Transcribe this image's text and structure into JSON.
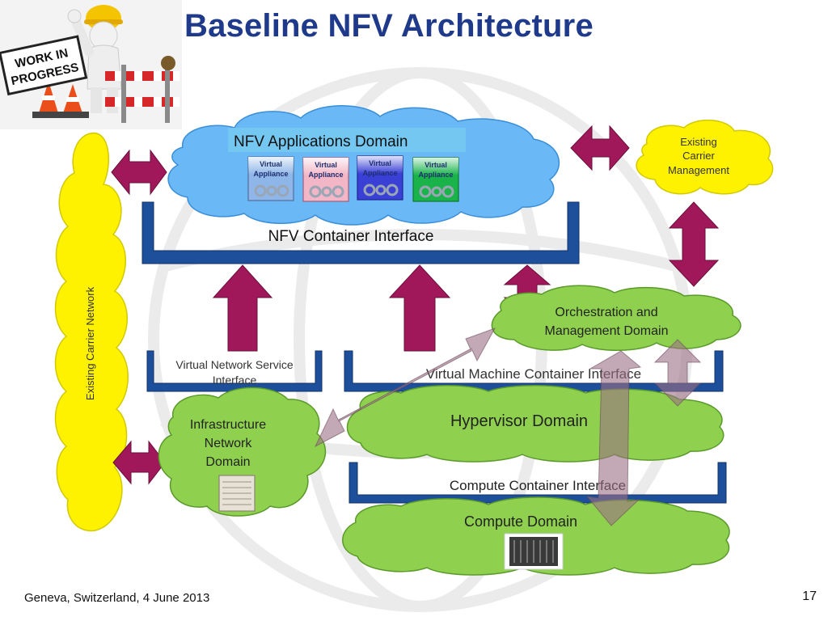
{
  "slide": {
    "title": "Baseline NFV Architecture",
    "footer_left": "Geneva, Switzerland, 4 June 2013",
    "page_number": "17"
  },
  "work_sign": {
    "line1": "WORK IN",
    "line2": "PROGRESS"
  },
  "diagram": {
    "nfv_applications_domain": "NFV Applications Domain",
    "virtual_appliances": [
      {
        "line1": "Virtual",
        "line2": "Appliance",
        "color": "#8fb6e8"
      },
      {
        "line1": "Virtual",
        "line2": "Appliance",
        "color": "#f2b6c6"
      },
      {
        "line1": "Virtual",
        "line2": "Appliance",
        "color": "#3a3fd6"
      },
      {
        "line1": "Virtual",
        "line2": "Appliance",
        "color": "#19b34a"
      }
    ],
    "nfv_container_interface": "NFV Container Interface",
    "existing_carrier_management": {
      "line1": "Existing",
      "line2": "Carrier",
      "line3": "Management"
    },
    "existing_carrier_network": "Existing Carrier Network",
    "orchestration": {
      "line1": "Orchestration and",
      "line2": "Management Domain"
    },
    "virtual_network_service_interface": {
      "line1": "Virtual Network Service",
      "line2": "Interface"
    },
    "virtual_machine_container_interface": "Virtual  Machine  Container  Interface",
    "hypervisor_domain": "Hypervisor Domain",
    "infrastructure_network": {
      "line1": "Infrastructure",
      "line2": "Network",
      "line3": "Domain"
    },
    "compute_container_interface": "Compute  Container  Interface",
    "compute_domain": "Compute  Domain"
  },
  "colors": {
    "title": "#1f3a8a",
    "cloud_blue": "#6bb8f7",
    "cloud_green": "#8fd14f",
    "cloud_yellow": "#fff200",
    "interface_bar": "#1e4f9a",
    "arrow": "#a0185a",
    "arrow_translucent": "#9b6f86"
  }
}
